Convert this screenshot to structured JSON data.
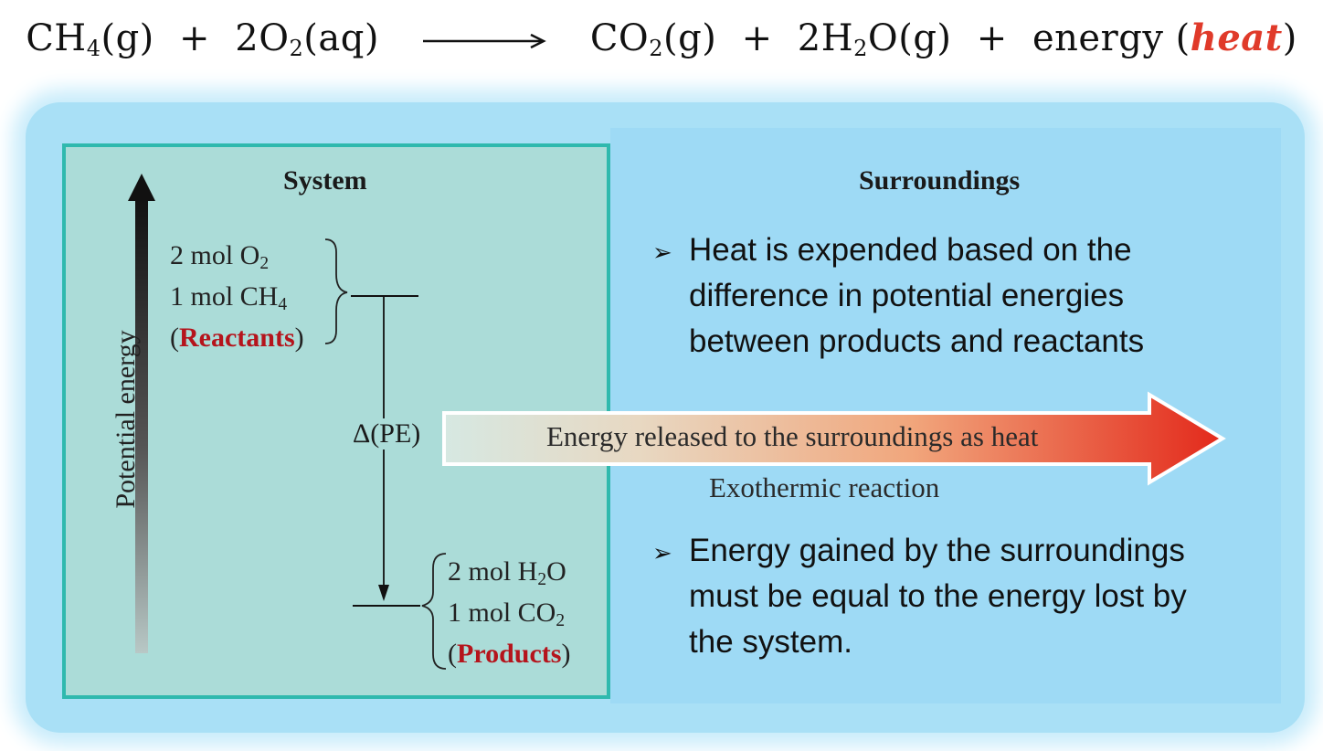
{
  "equation": {
    "r1_formula": "CH",
    "r1_sub": "4",
    "r1_state": "(g)",
    "plus1": "+",
    "r2_coef": "2O",
    "r2_sub": "2",
    "r2_state": "(aq)",
    "p1_formula": "CO",
    "p1_sub": "2",
    "p1_state": "(g)",
    "plus2": "+",
    "p2_coef": "2H",
    "p2_sub": "2",
    "p2_tail": "O",
    "p2_state": "(g)",
    "plus3": "+",
    "energy_word": "energy",
    "paren_open": "(",
    "heat_word": "heat",
    "paren_close": ")"
  },
  "diagram": {
    "system_label": "System",
    "surroundings_label": "Surroundings",
    "y_axis_label": "Potential energy",
    "reactants": {
      "line1_prefix": "2 mol O",
      "line1_sub": "2",
      "line2_prefix": "1 mol CH",
      "line2_sub": "4",
      "label_open": "(",
      "label": "Reactants",
      "label_close": ")"
    },
    "products": {
      "line1_prefix": "2 mol H",
      "line1_sub": "2",
      "line1_suffix": "O",
      "line2_prefix": "1 mol CO",
      "line2_sub": "2",
      "label_open": "(",
      "label": "Products",
      "label_close": ")"
    },
    "delta_pe": "Δ(PE)",
    "arrow_text": "Energy released to the surroundings as heat",
    "reaction_type": "Exothermic reaction"
  },
  "bullets": {
    "marker": "➢",
    "b1": [
      "Heat is expended based on the",
      "difference in potential energies",
      "between products and reactants"
    ],
    "b2": [
      "Energy gained by the surroundings",
      "must be equal to the energy lost by",
      "the system."
    ]
  },
  "colors": {
    "heat_red": "#e03a2a",
    "label_red": "#b5141c",
    "system_fill": "#abdcd8",
    "system_border": "#2fb9ae",
    "surroundings_fill": "#9edaf5",
    "arrow_end": "#e3291b"
  }
}
